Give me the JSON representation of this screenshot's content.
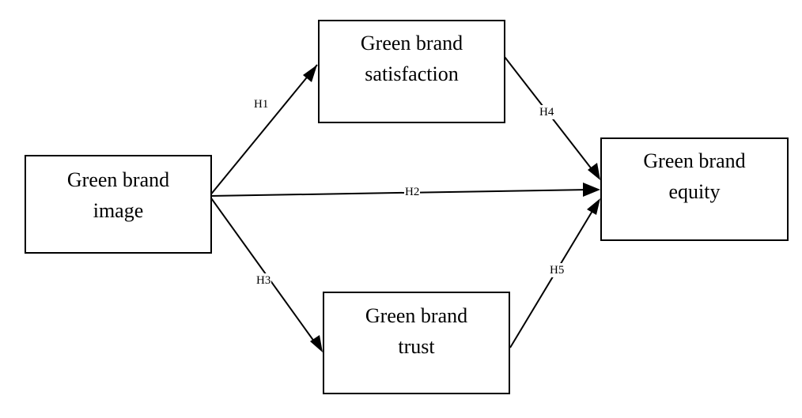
{
  "diagram": {
    "nodes": {
      "image": {
        "line1": "Green brand",
        "line2": "image"
      },
      "satisfaction": {
        "line1": "Green brand",
        "line2": "satisfaction"
      },
      "trust": {
        "line1": "Green brand",
        "line2": "trust"
      },
      "equity": {
        "line1": "Green brand",
        "line2": "equity"
      }
    },
    "hypotheses": {
      "h1": {
        "label": "H1",
        "from": "Green brand image",
        "to": "Green brand satisfaction"
      },
      "h2": {
        "label": "H2",
        "from": "Green brand image",
        "to": "Green brand equity"
      },
      "h3": {
        "label": "H3",
        "from": "Green brand image",
        "to": "Green brand trust"
      },
      "h4": {
        "label": "H4",
        "from": "Green brand satisfaction",
        "to": "Green brand equity"
      },
      "h5": {
        "label": "H5",
        "from": "Green brand trust",
        "to": "Green brand equity"
      }
    },
    "colors": {
      "line": "#000000",
      "background": "#ffffff"
    }
  }
}
